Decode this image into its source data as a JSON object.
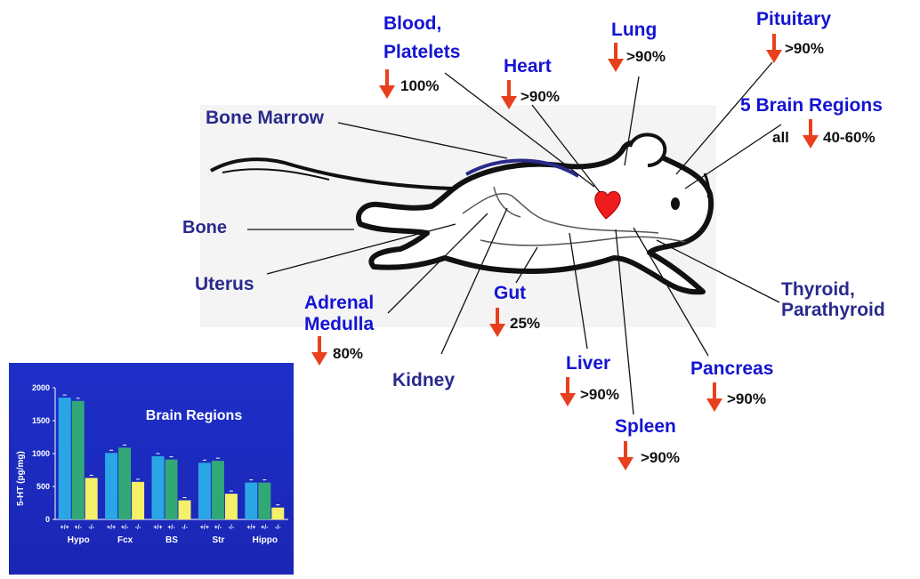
{
  "colors": {
    "label_blue": "#1414d2",
    "label_navy": "#2a2a8c",
    "arrow_red": "#e8401e",
    "heart_red": "#ee1c1c",
    "inset_bg": "#1e2fc8",
    "bar_colors": [
      "#2aa6e6",
      "#33a877",
      "#f4f068"
    ]
  },
  "labels": {
    "blood": "Blood,",
    "platelets": "Platelets",
    "blood_pct": "100%",
    "heart": "Heart",
    "heart_pct": ">90%",
    "lung": "Lung",
    "lung_pct": ">90%",
    "pituitary": "Pituitary",
    "pituitary_pct": ">90%",
    "brain5": "5 Brain Regions",
    "brain_all": "all",
    "brain_pct": "40-60%",
    "bone_marrow": "Bone Marrow",
    "bone": "Bone",
    "uterus": "Uterus",
    "adrenal": "Adrenal",
    "medulla": "Medulla",
    "adrenal_pct": "80%",
    "kidney": "Kidney",
    "gut": "Gut",
    "gut_pct": "25%",
    "liver": "Liver",
    "liver_pct": ">90%",
    "spleen": "Spleen",
    "spleen_pct": ">90%",
    "pancreas": "Pancreas",
    "pancreas_pct": ">90%",
    "thyroid": "Thyroid,",
    "parathyroid": "Parathyroid"
  },
  "icons": [
    "down-arrow-icon",
    "heart-icon",
    "mouse-illustration"
  ],
  "chart_data": {
    "type": "bar",
    "title": "Brain Regions",
    "xlabel": "",
    "ylabel": "5-HT (pg/mg)",
    "ylim": [
      0,
      2000
    ],
    "yticks": [
      "0",
      "500",
      "1000",
      "1500",
      "2000"
    ],
    "categories": [
      "Hypo",
      "Fcx",
      "BS",
      "Str",
      "Hippo"
    ],
    "sub_labels": [
      "+/+",
      "+/-",
      "-/-"
    ],
    "series": [
      {
        "values": [
          1850,
          1010,
          960,
          860,
          560
        ]
      },
      {
        "values": [
          1800,
          1090,
          910,
          890,
          560
        ]
      },
      {
        "values": [
          630,
          570,
          290,
          390,
          180
        ]
      }
    ],
    "grid": false,
    "legend": "none"
  }
}
